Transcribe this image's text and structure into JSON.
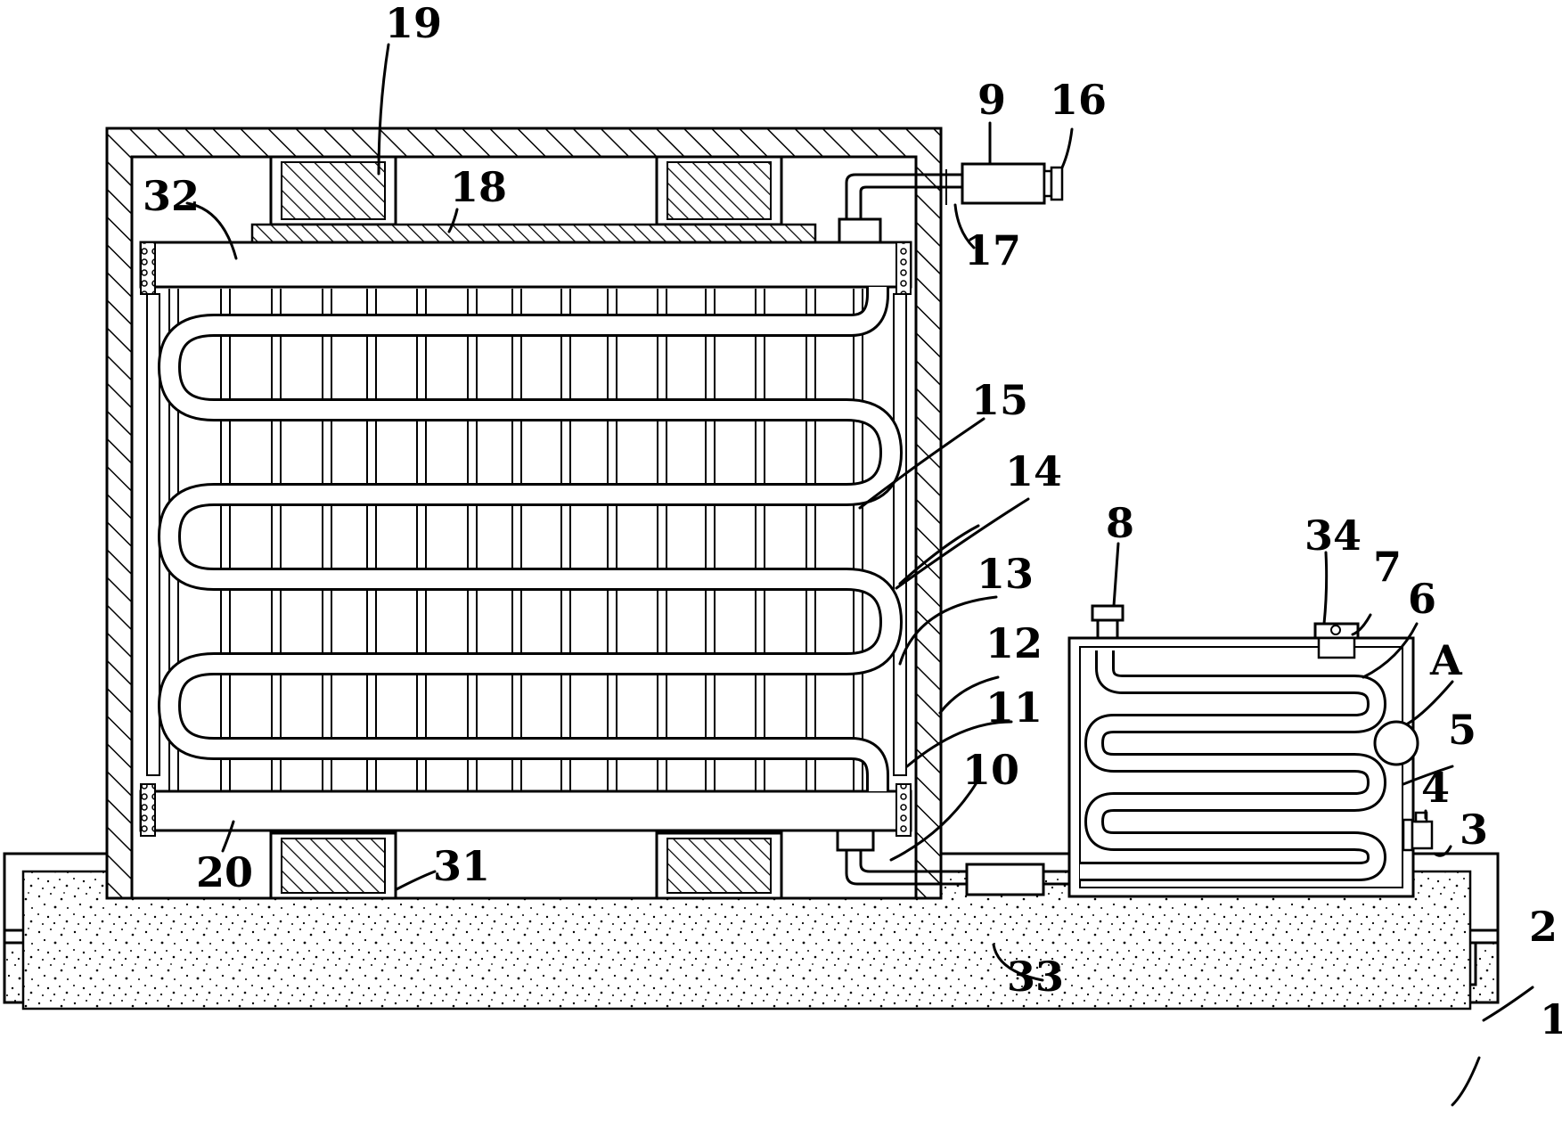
{
  "labels": {
    "l1": "1",
    "l2": "2",
    "l3": "3",
    "l4": "4",
    "l5": "5",
    "l6": "6",
    "l7": "7",
    "l8": "8",
    "l9": "9",
    "l10": "10",
    "l11": "11",
    "l12": "12",
    "l13": "13",
    "l14": "14",
    "l15": "15",
    "l16": "16",
    "l17": "17",
    "l18": "18",
    "l19": "19",
    "l20": "20",
    "l31": "31",
    "l32": "32",
    "l33": "33",
    "l34": "34",
    "lA": "A"
  }
}
